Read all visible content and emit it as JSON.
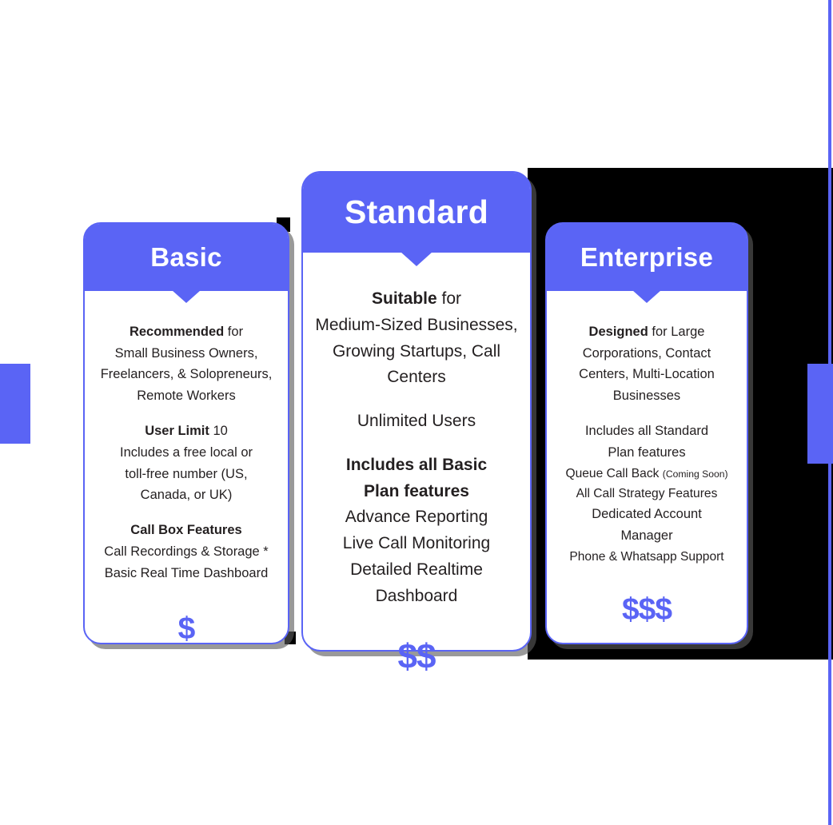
{
  "theme": {
    "accent": "#5a64f5",
    "text": "#231f20",
    "card_background": "#ffffff",
    "page_background": "#ffffff",
    "panel_black": "#000000",
    "shadow": "#5a5a5a"
  },
  "decor": {
    "left_band_name": "left-accent-band",
    "right_band_name": "right-accent-band",
    "right_rule_name": "right-accent-rule",
    "black_panel_name": "black-backdrop-panel"
  },
  "plans": [
    {
      "id": "basic",
      "title": "Basic",
      "price": "$",
      "blocks": [
        {
          "lead": "Recommended",
          "lead_tail": " for",
          "lines": [
            "Small Business Owners,",
            "Freelancers, & Solopreneurs,",
            "Remote Workers"
          ]
        },
        {
          "lead": "User Limit",
          "lead_tail": "  10",
          "lines": [
            "Includes a free local or",
            "toll-free number (US,",
            "Canada, or UK)"
          ]
        },
        {
          "lead": "Call Box Features",
          "lead_tail": "",
          "lines": [
            "Call Recordings & Storage *",
            "Basic Real Time Dashboard"
          ]
        }
      ]
    },
    {
      "id": "standard",
      "title": "Standard",
      "price": "$$",
      "blocks": [
        {
          "lead": "Suitable",
          "lead_tail": " for",
          "lines": [
            "Medium-Sized Businesses,",
            "Growing Startups, Call",
            "Centers"
          ]
        },
        {
          "lead": "Unlimited Users",
          "lead_tail": "",
          "lines": []
        },
        {
          "lead": "Includes all Basic",
          "lead_tail": "",
          "lead2": "Plan features",
          "lines": [
            "Advance Reporting",
            "Live Call Monitoring",
            "Detailed Realtime",
            "Dashboard"
          ]
        }
      ]
    },
    {
      "id": "enterprise",
      "title": "Enterprise",
      "price": "$$$",
      "blocks": [
        {
          "lead": "Designed",
          "lead_tail": " for Large",
          "lines": [
            "Corporations, Contact",
            "Centers, Multi-Location",
            "Businesses"
          ]
        },
        {
          "lead": "",
          "lead_tail": "",
          "lines": [
            "Includes all Standard",
            "Plan features",
            "Queue Call Back ",
            "All Call Strategy Features",
            "Dedicated Account",
            "Manager",
            "Phone &  Whatsapp Support"
          ],
          "inline_note": "(Coming Soon)"
        }
      ]
    }
  ]
}
